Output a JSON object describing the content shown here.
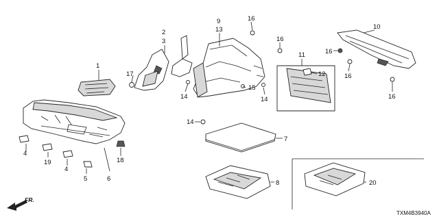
{
  "diagram": {
    "code": "TXM4B3940A",
    "direction_label": "FR.",
    "callouts": {
      "c1": "1",
      "c2": "2",
      "c3": "3",
      "c4a": "4",
      "c4b": "4",
      "c5": "5",
      "c6": "6",
      "c7": "7",
      "c8": "8",
      "c9": "9",
      "c10": "10",
      "c11": "11",
      "c12": "12",
      "c13": "13",
      "c14a": "14",
      "c14b": "14",
      "c14c": "14",
      "c15": "15",
      "c16a": "16",
      "c16b": "16",
      "c16c": "16",
      "c16d": "16",
      "c16e": "16",
      "c17": "17",
      "c18": "18",
      "c19": "19",
      "c20": "20"
    }
  }
}
